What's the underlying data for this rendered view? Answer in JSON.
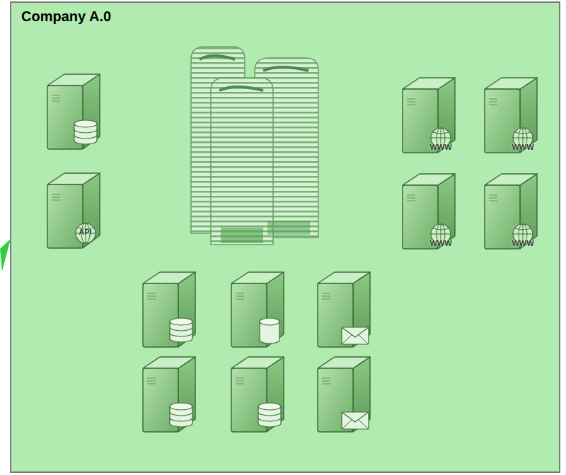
{
  "diagram": {
    "nodes": [
      {
        "text": [
          "Company A.0"
        ]
      },
      {
        "text": [
          "WWW"
        ],
        "in": 0
      },
      {
        "text": [
          "WWW"
        ],
        "in": 0
      },
      {
        "text": [
          "API"
        ],
        "in": 0
      },
      {
        "text": [
          "WWW"
        ],
        "in": 0
      },
      {
        "text": [
          "WWW"
        ],
        "in": 0
      }
    ]
  }
}
